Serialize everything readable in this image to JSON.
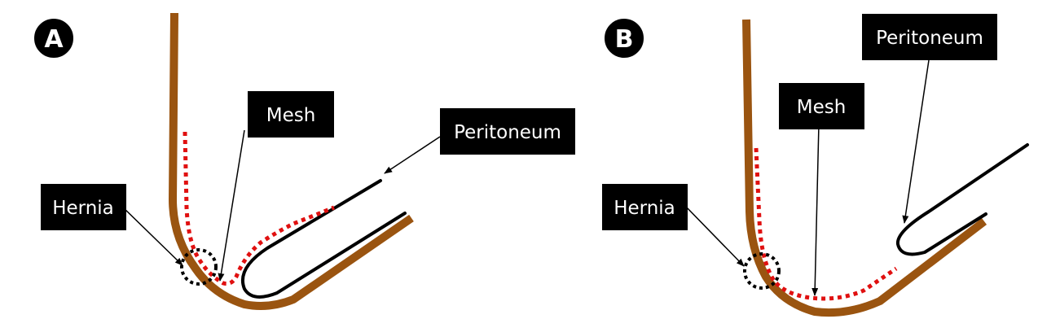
{
  "colors": {
    "tissue": "#9a5410",
    "peritoneum": "#000000",
    "mesh": "#e01010",
    "hernia_circle": "#000000",
    "label_bg": "#000000",
    "label_text": "#ffffff",
    "badge_bg": "#000000",
    "badge_text": "#ffffff"
  },
  "panels": [
    {
      "id": "A",
      "badge": "A",
      "labels": {
        "mesh": "Mesh",
        "peritoneum": "Peritoneum",
        "hernia": "Hernia"
      }
    },
    {
      "id": "B",
      "badge": "B",
      "labels": {
        "mesh": "Mesh",
        "peritoneum": "Peritoneum",
        "hernia": "Hernia"
      }
    }
  ]
}
